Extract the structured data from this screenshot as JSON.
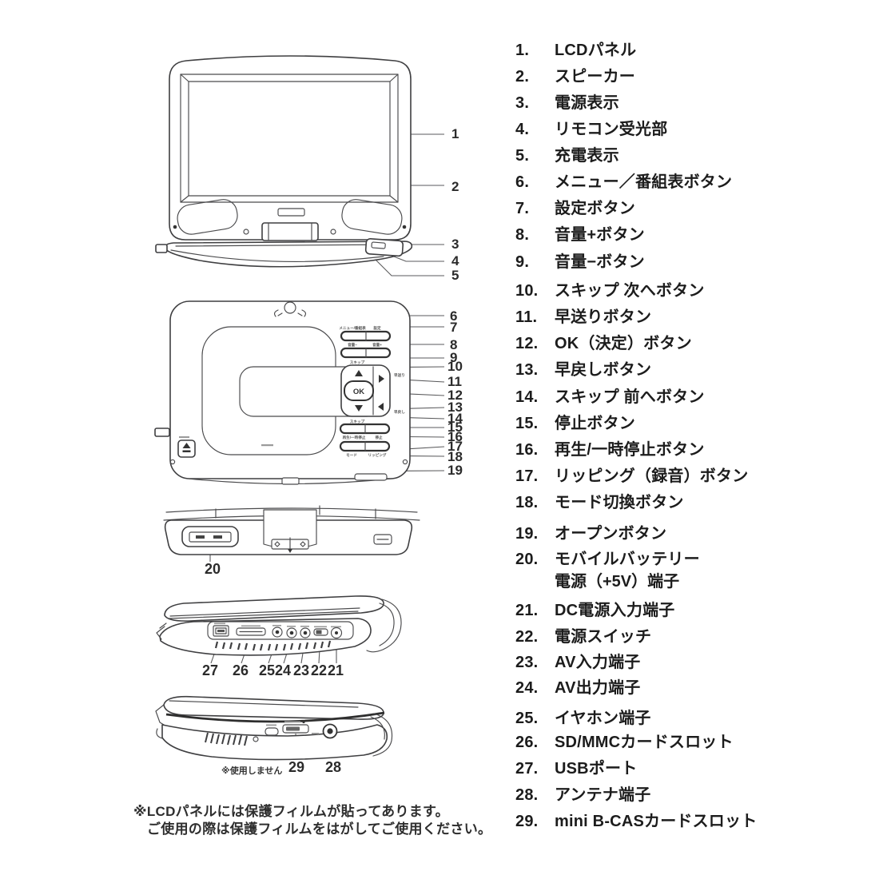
{
  "doc": {
    "footnote_line1": "※LCDパネルには保護フィルムが貼ってあります。",
    "footnote_line2": "ご使用の際は保護フィルムをはがしてご使用ください。",
    "line_color": "#3f3f41"
  },
  "parts_list": {
    "items": [
      {
        "num": "1.",
        "label": "LCDパネル"
      },
      {
        "num": "2.",
        "label": "スピーカー"
      },
      {
        "num": "3.",
        "label": "電源表示"
      },
      {
        "num": "4.",
        "label": "リモコン受光部"
      },
      {
        "num": "5.",
        "label": "充電表示"
      },
      {
        "num": "6.",
        "label": "メニュー／番組表ボタン"
      },
      {
        "num": "7.",
        "label": "設定ボタン"
      },
      {
        "num": "8.",
        "label": "音量+ボタン"
      },
      {
        "num": "9.",
        "label": "音量−ボタン"
      },
      {
        "num": "10.",
        "label": "スキップ 次へボタン"
      },
      {
        "num": "11.",
        "label": "早送りボタン"
      },
      {
        "num": "12.",
        "label": "OK（決定）ボタン"
      },
      {
        "num": "13.",
        "label": "早戻しボタン"
      },
      {
        "num": "14.",
        "label": "スキップ 前へボタン"
      },
      {
        "num": "15.",
        "label": "停止ボタン"
      },
      {
        "num": "16.",
        "label": "再生/一時停止ボタン"
      },
      {
        "num": "17.",
        "label": "リッピング（録音）ボタン"
      },
      {
        "num": "18.",
        "label": "モード切換ボタン"
      },
      {
        "num": "19.",
        "label": "オープンボタン"
      },
      {
        "num": "20.",
        "label": "モバイルバッテリー",
        "label2": "電源（+5V）端子"
      },
      {
        "num": "21.",
        "label": "DC電源入力端子"
      },
      {
        "num": "22.",
        "label": "電源スイッチ"
      },
      {
        "num": "23.",
        "label": "AV入力端子"
      },
      {
        "num": "24.",
        "label": "AV出力端子"
      },
      {
        "num": "25.",
        "label": "イヤホン端子"
      },
      {
        "num": "26.",
        "label": "SD/MMCカードスロット"
      },
      {
        "num": "27.",
        "label": "USBポート"
      },
      {
        "num": "28.",
        "label": "アンテナ端子"
      },
      {
        "num": "29.",
        "label": "mini B-CASカードスロット"
      }
    ]
  },
  "callouts": {
    "n1": "1",
    "n2": "2",
    "n3": "3",
    "n4": "4",
    "n5": "5",
    "n6": "6",
    "n7": "7",
    "n8": "8",
    "n9": "9",
    "n10": "10",
    "n11": "11",
    "n12": "12",
    "n13": "13",
    "n14": "14",
    "n15": "15",
    "n16": "16",
    "n17": "17",
    "n18": "18",
    "n19": "19",
    "n20": "20",
    "n21": "21",
    "n22": "22",
    "n23": "23",
    "n24": "24",
    "n25": "25",
    "n26": "26",
    "n27": "27",
    "n28": "28",
    "n29": "29",
    "not_used": "※使用しません"
  },
  "panel_labels": {
    "ok": "OK",
    "menu": "メニュー/番組表",
    "settings": "設定",
    "vol_minus": "音量−",
    "vol_plus": "音量+",
    "skip_next": "スキップ",
    "fast_forward": "早送り",
    "fast_rewind": "早戻し",
    "skip_prev": "スキップ",
    "play_pause": "再生/一時停止",
    "stop": "停止",
    "mode": "モード",
    "ripping": "リッピング"
  }
}
